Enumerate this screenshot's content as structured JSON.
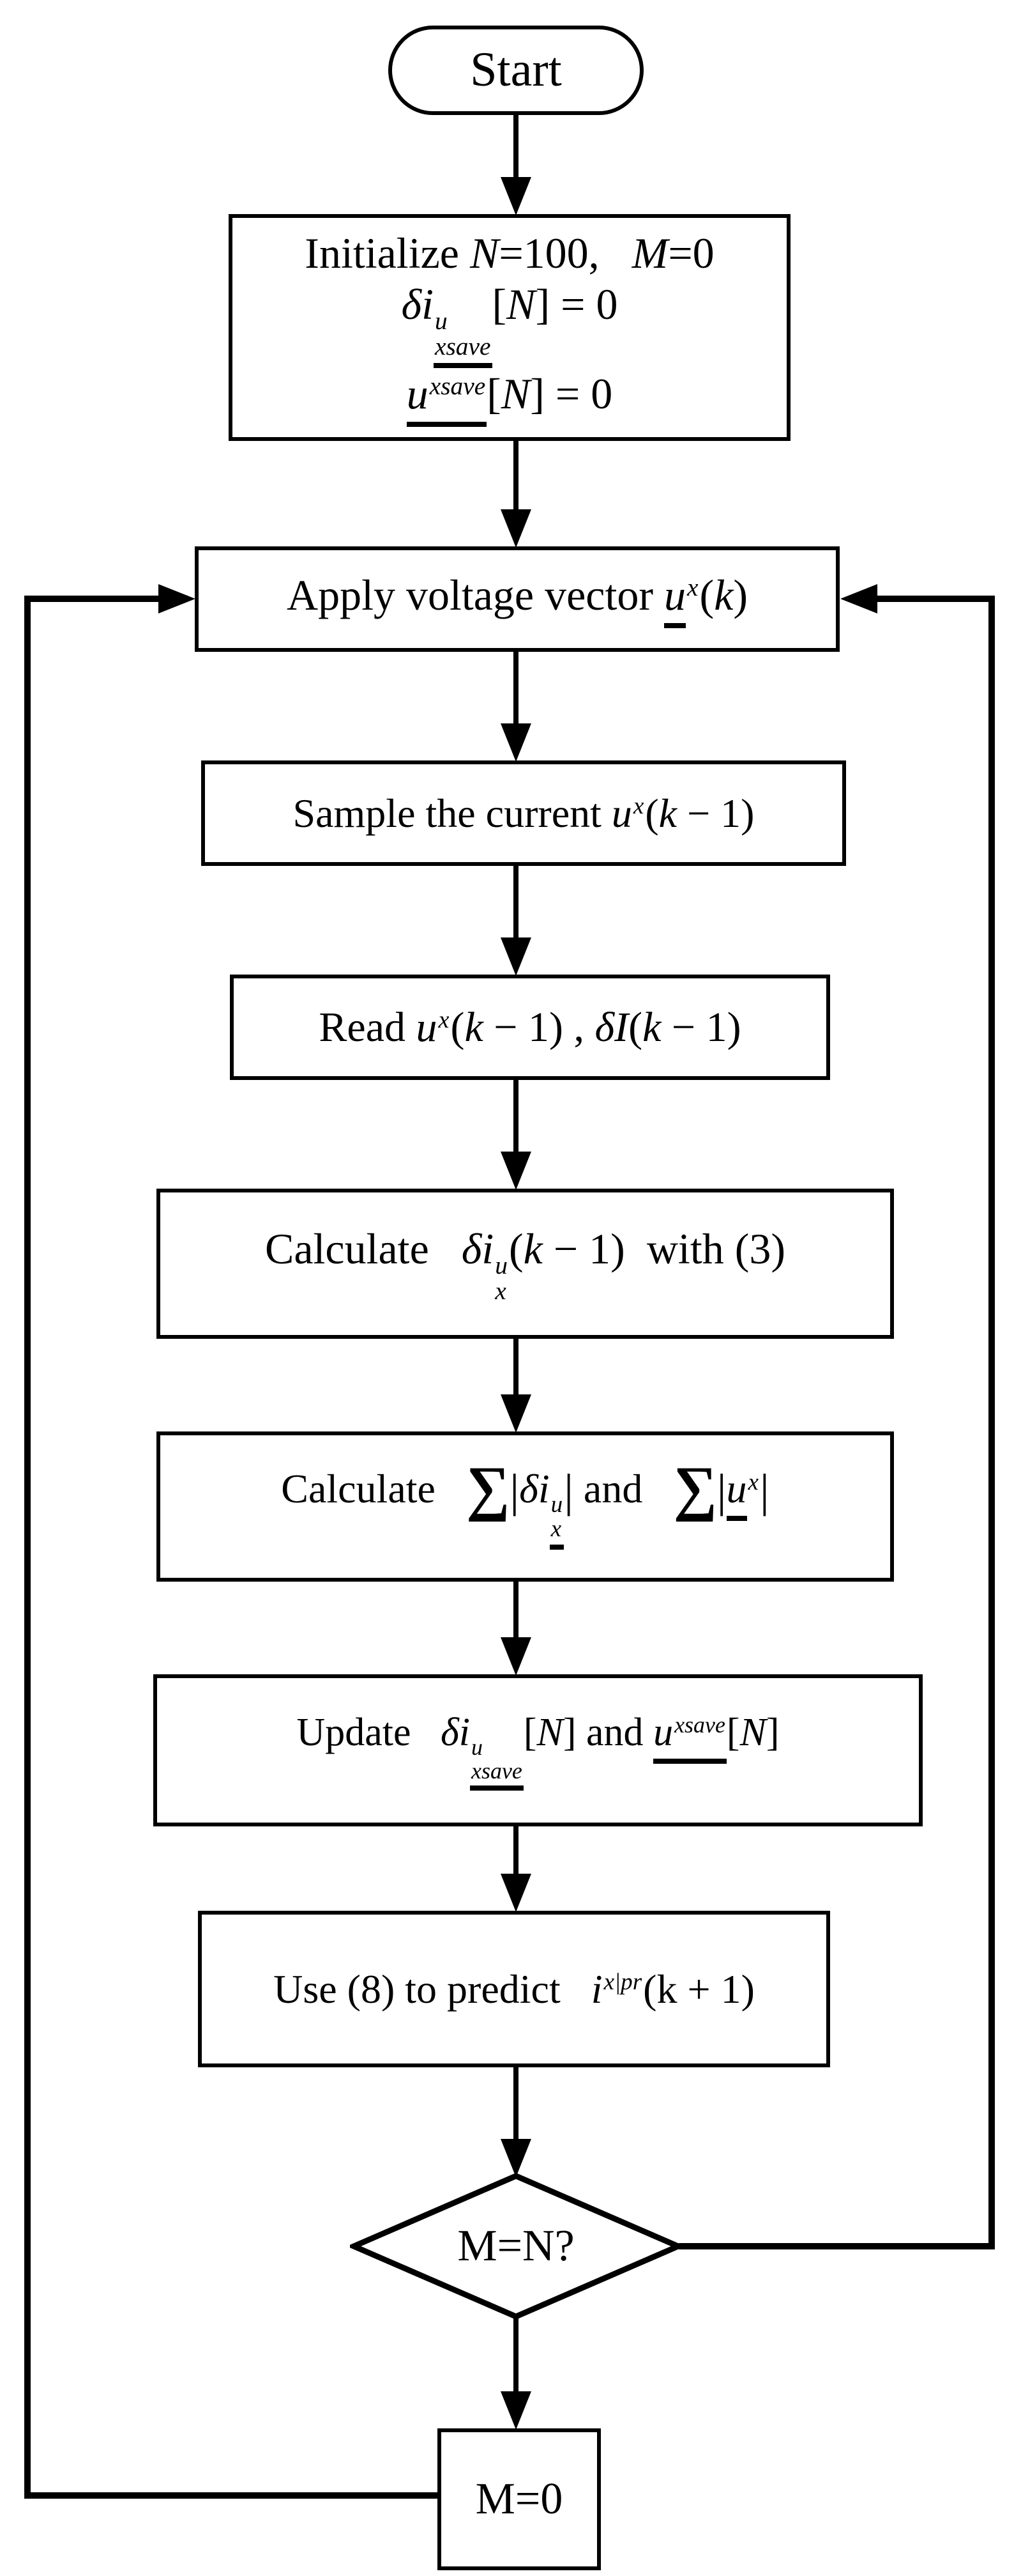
{
  "colors": {
    "ink": "#000000",
    "background": "#ffffff"
  },
  "flowchart": {
    "nodes": {
      "start": {
        "label": "Start"
      },
      "initialize": {
        "lines": [
          [
            {
              "t": "Initialize ",
              "s": "n"
            },
            {
              "t": "N",
              "s": "i"
            },
            {
              "t": "=100,  ",
              "s": "n"
            },
            {
              "t": "M",
              "s": "i"
            },
            {
              "t": "=0",
              "s": "n"
            }
          ],
          [
            {
              "t": "δi",
              "s": "i"
            },
            {
              "g": [
                {
                  "sup": "u",
                  "sub": "xsave"
                }
              ],
              "u": true
            },
            {
              "t": "[",
              "s": "n"
            },
            {
              "t": "N",
              "s": "i"
            },
            {
              "t": "] = 0",
              "s": "n"
            }
          ],
          [
            {
              "g": [
                {
                  "t": "u",
                  "s": "i"
                },
                {
                  "t": "xsave",
                  "s": "sup"
                }
              ],
              "u": true
            },
            {
              "t": "[",
              "s": "n"
            },
            {
              "t": "N",
              "s": "i"
            },
            {
              "t": "] = 0",
              "s": "n"
            }
          ]
        ]
      },
      "apply": {
        "line": [
          {
            "t": "Apply voltage vector ",
            "s": "n"
          },
          {
            "g": [
              {
                "t": "u",
                "s": "i"
              }
            ],
            "u": true
          },
          {
            "t": "x",
            "s": "sup"
          },
          {
            "t": "(",
            "s": "n"
          },
          {
            "t": "k",
            "s": "i"
          },
          {
            "t": ")",
            "s": "n"
          }
        ]
      },
      "sample": {
        "line": [
          {
            "t": "Sample the current ",
            "s": "n"
          },
          {
            "t": "u",
            "s": "i"
          },
          {
            "t": "x",
            "s": "sup"
          },
          {
            "t": "(",
            "s": "n"
          },
          {
            "t": "k",
            "s": "i"
          },
          {
            "t": " − 1)",
            "s": "n"
          }
        ]
      },
      "read": {
        "line": [
          {
            "t": "Read ",
            "s": "n"
          },
          {
            "t": "u",
            "s": "i"
          },
          {
            "t": "x",
            "s": "sup"
          },
          {
            "t": "(",
            "s": "n"
          },
          {
            "t": "k",
            "s": "i"
          },
          {
            "t": " − 1) , ",
            "s": "n"
          },
          {
            "t": "δI",
            "s": "i"
          },
          {
            "t": "(",
            "s": "n"
          },
          {
            "t": "k",
            "s": "i"
          },
          {
            "t": " − 1)",
            "s": "n"
          }
        ]
      },
      "calc_delta": {
        "line": [
          {
            "t": "Calculate  ",
            "s": "n"
          },
          {
            "t": "δi",
            "s": "i"
          },
          {
            "sup": "u",
            "sub": "x"
          },
          {
            "t": "(",
            "s": "n"
          },
          {
            "t": "k",
            "s": "i"
          },
          {
            "t": " − 1)",
            "s": "n"
          },
          {
            "t": " with (3)",
            "s": "n"
          }
        ]
      },
      "calc_sums": {
        "line": [
          {
            "t": "Calculate  ",
            "s": "n"
          },
          {
            "t": "∑",
            "s": "big"
          },
          {
            "t": "|",
            "s": "bar"
          },
          {
            "t": "δi",
            "s": "i"
          },
          {
            "g": [
              {
                "sup": "u",
                "sub": "x"
              }
            ],
            "u": true
          },
          {
            "t": "|",
            "s": "bar"
          },
          {
            "t": " and  ",
            "s": "n"
          },
          {
            "t": "∑",
            "s": "big"
          },
          {
            "t": "|",
            "s": "bar"
          },
          {
            "g": [
              {
                "t": "u",
                "s": "i"
              }
            ],
            "u": true
          },
          {
            "t": "x",
            "s": "sup"
          },
          {
            "t": "|",
            "s": "bar"
          }
        ]
      },
      "update": {
        "line": [
          {
            "t": "Update  ",
            "s": "n"
          },
          {
            "t": "δi",
            "s": "i"
          },
          {
            "g": [
              {
                "sup": "u",
                "sub": "xsave"
              }
            ],
            "u": true
          },
          {
            "t": "[",
            "s": "n"
          },
          {
            "t": "N",
            "s": "i"
          },
          {
            "t": "]",
            "s": "n"
          },
          {
            "t": " and ",
            "s": "n"
          },
          {
            "g": [
              {
                "t": "u",
                "s": "i"
              },
              {
                "t": "xsave",
                "s": "sup"
              }
            ],
            "u": true
          },
          {
            "t": "[",
            "s": "n"
          },
          {
            "t": "N",
            "s": "i"
          },
          {
            "t": "]",
            "s": "n"
          }
        ]
      },
      "predict": {
        "line": [
          {
            "t": "Use (8) to predict  ",
            "s": "n"
          },
          {
            "t": "i",
            "s": "i"
          },
          {
            "t": "x|pr",
            "s": "sup"
          },
          {
            "t": "(k + 1)",
            "s": "n"
          }
        ]
      },
      "decision": {
        "label": "M=N?"
      },
      "reset": {
        "label": "M=0"
      }
    }
  }
}
